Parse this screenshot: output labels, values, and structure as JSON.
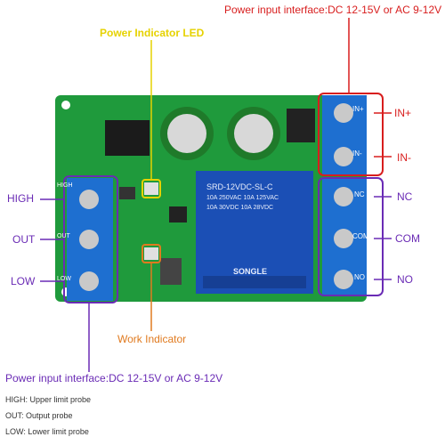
{
  "callouts": {
    "power_input_top": "Power input interface:DC 12-15V or AC 9-12V",
    "power_indicator_led": "Power Indicator LED",
    "in_plus": "IN+",
    "in_minus": "IN-",
    "high": "HIGH",
    "out": "OUT",
    "low": "LOW",
    "nc": "NC",
    "com": "COM",
    "no": "NO",
    "work_indicator": "Work Indicator",
    "power_input_bottom": "Power input interface:DC 12-15V or AC 9-12V"
  },
  "legend": [
    "HIGH: Upper limit probe",
    "OUT: Output probe",
    "LOW: Lower limit probe"
  ],
  "board": {
    "relay_lines": [
      "SRD-12VDC-SL-C",
      "10A 250VAC  10A 125VAC",
      "10A 30VDC  10A 28VDC"
    ],
    "relay_brand": "SONGLE",
    "terminal_in": [
      "IN+",
      "IN-"
    ],
    "terminal_out": [
      "NC",
      "COM",
      "NO"
    ],
    "terminal_probe": [
      "HIGH",
      "OUT",
      "LOW"
    ]
  },
  "colors": {
    "pcb": "#1f9a3c",
    "terminal": "#1e6fd0",
    "relay": "#1b4fb5",
    "red_box": "#d81e1e",
    "purple_box": "#6a2bb5",
    "yellow": "#e6d200",
    "orange": "#e07a1f"
  }
}
